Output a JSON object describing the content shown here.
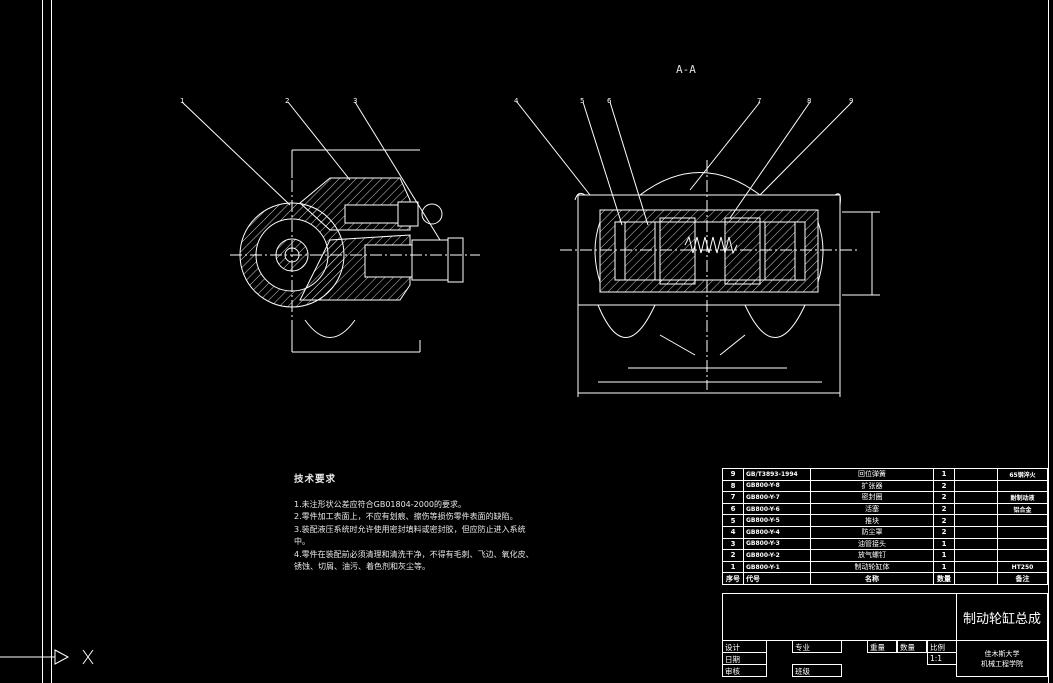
{
  "section_label": "A-A",
  "tech_requirements": {
    "title": "技术要求",
    "items": [
      "1.未注形状公差应符合GB01804-2000的要求。",
      "2.零件加工表面上，不应有划痕、擦伤等损伤零件表面的缺陷。",
      "3.装配液压系统时允许使用密封填料或密封胶，但应防止进入系统",
      "中。",
      "4.零件在装配前必须清理和清洗干净，不得有毛刺、飞边、氧化皮、",
      "锈蚀、切屑、油污、着色剂和灰尘等。"
    ]
  },
  "leaders_left": [
    "1",
    "2",
    "3"
  ],
  "leaders_right": [
    "4",
    "5",
    "6",
    "7",
    "8",
    "9"
  ],
  "bom": {
    "rows": [
      {
        "num": "9",
        "code": "GB/T3893-1994",
        "name": "回位弹簧",
        "qty": "1",
        "mat": "",
        "note": "65钢淬火"
      },
      {
        "num": "8",
        "code": "GB800-Y-8",
        "name": "扩张器",
        "qty": "2",
        "mat": "",
        "note": ""
      },
      {
        "num": "7",
        "code": "GB800-Y-7",
        "name": "密封圈",
        "qty": "2",
        "mat": "",
        "note": "耐制动液"
      },
      {
        "num": "6",
        "code": "GB800-Y-6",
        "name": "活塞",
        "qty": "2",
        "mat": "",
        "note": "铝合金"
      },
      {
        "num": "5",
        "code": "GB800-Y-5",
        "name": "推块",
        "qty": "2",
        "mat": "",
        "note": ""
      },
      {
        "num": "4",
        "code": "GB800-Y-4",
        "name": "防尘罩",
        "qty": "2",
        "mat": "",
        "note": ""
      },
      {
        "num": "3",
        "code": "GB800-Y-3",
        "name": "油管接头",
        "qty": "1",
        "mat": "",
        "note": ""
      },
      {
        "num": "2",
        "code": "GB800-Y-2",
        "name": "放气螺钉",
        "qty": "1",
        "mat": "",
        "note": ""
      },
      {
        "num": "1",
        "code": "GB800-Y-1",
        "name": "制动轮缸体",
        "qty": "1",
        "mat": "",
        "note": "HT250"
      }
    ],
    "header": {
      "num": "序号",
      "code": "代号",
      "name": "名称",
      "qty": "数量",
      "note": "备注"
    }
  },
  "title_block": {
    "drawing_name": "制动轮缸总成",
    "design": "设计",
    "date": "日期",
    "review": "审核",
    "major": "专业",
    "class": "班级",
    "weight": "重量",
    "quantity": "数量",
    "scale_label": "比例",
    "scale_value": "1:1",
    "school": "佳木斯大学",
    "dept": "机械工程学院"
  }
}
